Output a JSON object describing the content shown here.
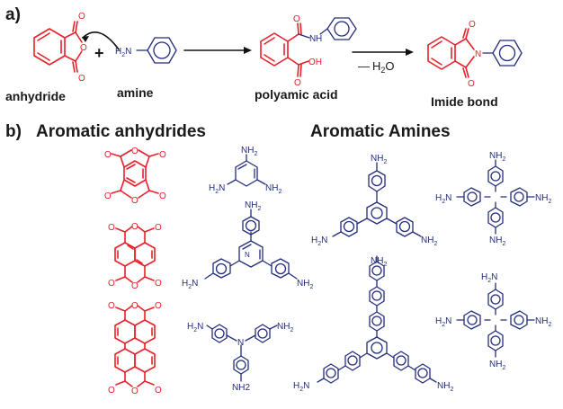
{
  "panels": {
    "a": "a)",
    "b": "b)"
  },
  "reaction": {
    "anhydride": "anhydride",
    "amine": "amine",
    "polyamic_acid": "polyamic acid",
    "imide": "Imide bond",
    "plus": "+",
    "water": "H",
    "water_sub": "2",
    "water_tail": "O",
    "minus": "—"
  },
  "sections": {
    "anhydrides": "Aromatic anhydrides",
    "amines": "Aromatic Amines"
  },
  "atoms": {
    "O": "O",
    "N": "N",
    "H": "H",
    "OH": "OH",
    "NH2": "NH",
    "NH2_sub": "2",
    "H2N": "H",
    "H2N_tail": "N",
    "NH2_literal": "NH2"
  },
  "colors": {
    "anhydride_red": "#e8202a",
    "amine_blue": "#232d7c",
    "text_black": "#1a1a1a"
  }
}
